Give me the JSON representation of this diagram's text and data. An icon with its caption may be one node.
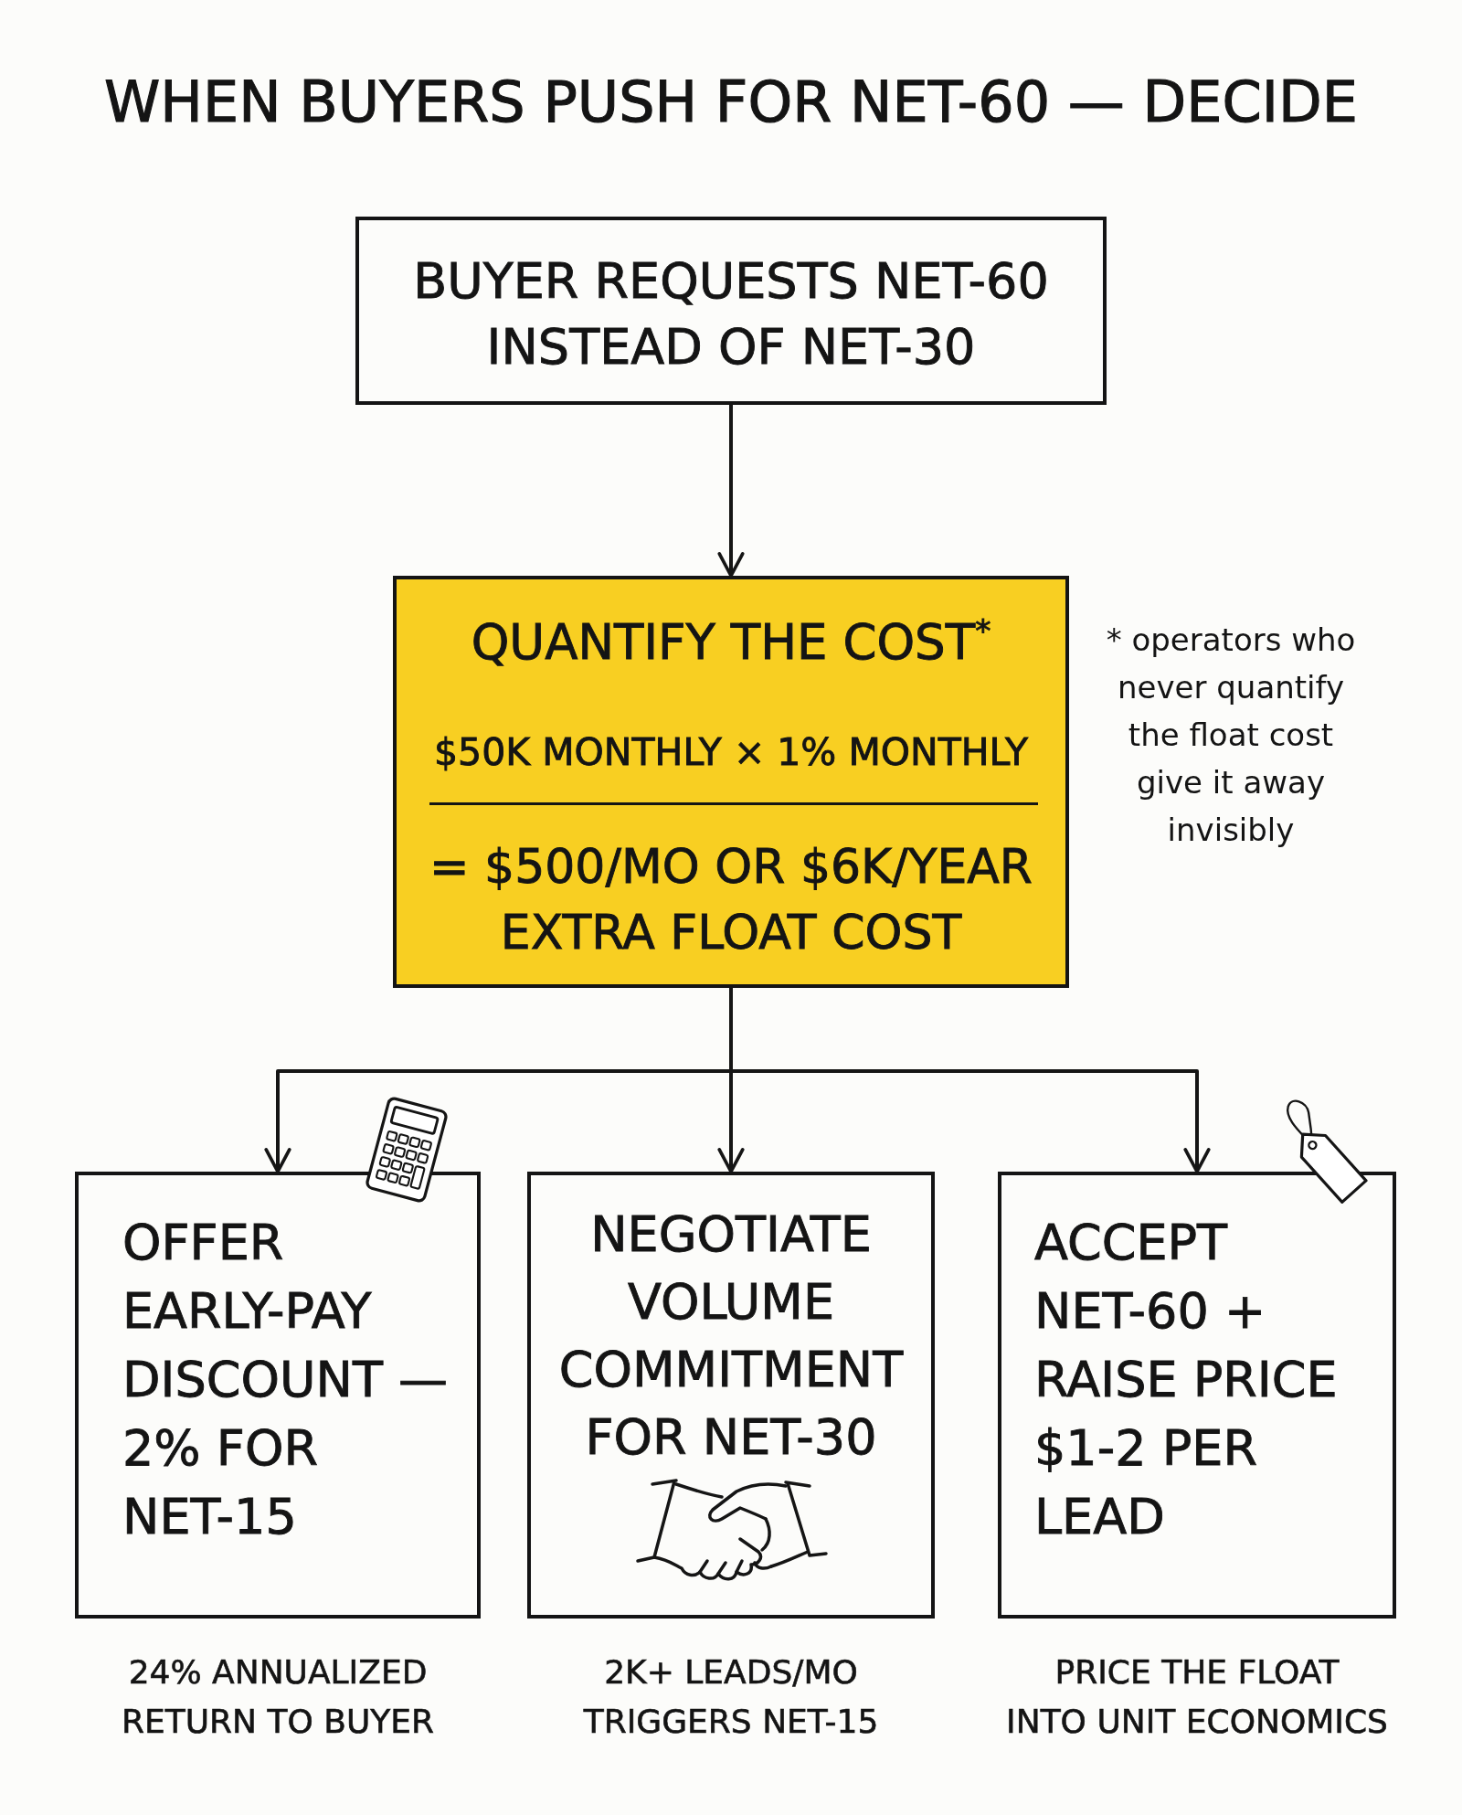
{
  "diagram": {
    "title": "WHEN BUYERS PUSH FOR NET-60 — DECIDE",
    "nodes": [
      {
        "text": [
          "BUYER REQUESTS NET-60 INSTEAD OF NET-30"
        ]
      },
      {
        "text": [
          "QUANTIFY THE COST$^{*}$",
          "$50K MONTHLY × 1% MONTHLY",
          "= $500/MO OR $6K/YEAR EXTRA FLOAT COST"
        ],
        "beside": [
          "* operators who never quantify the float cost give it away invisibly"
        ]
      },
      {
        "text": [
          "OFFER EARLY-PAY DISCOUNT — 2% FOR NET-15"
        ],
        "beside": [
          "24% ANNUALIZED RETURN TO BUYER"
        ]
      },
      {
        "text": [
          "NEGOTIATE VOLUME COMMITMENT FOR NET-30"
        ],
        "beside": [
          "2K+ LEADS/MO TRIGGERS NET-15"
        ]
      },
      {
        "text": [
          "ACCEPT NET-60 + RAISE PRICE $1-2 PER LEAD"
        ],
        "beside": [
          "PRICE THE FLOAT INTO UNIT ECONOMICS"
        ]
      }
    ],
    "edges": [
      {
        "from": 0,
        "to": 1,
        "arrow": "to"
      },
      {
        "from": 1,
        "to": 2,
        "arrow": "to"
      },
      {
        "from": 1,
        "to": 3,
        "arrow": "to"
      },
      {
        "from": 1,
        "to": 4,
        "arrow": "to"
      }
    ]
  }
}
